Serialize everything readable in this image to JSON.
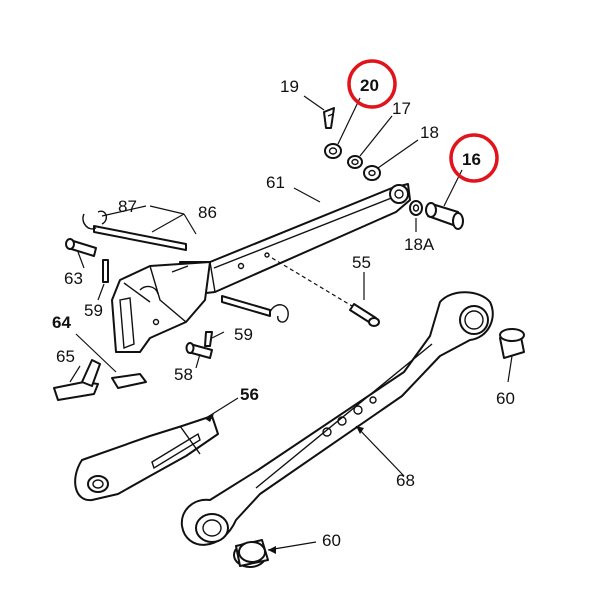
{
  "diagram": {
    "labels": [
      {
        "key": "p19",
        "text": "19"
      },
      {
        "key": "p20",
        "text": "20",
        "highlighted": true
      },
      {
        "key": "p17",
        "text": "17"
      },
      {
        "key": "p18",
        "text": "18"
      },
      {
        "key": "p16",
        "text": "16",
        "highlighted": true
      },
      {
        "key": "p61",
        "text": "61"
      },
      {
        "key": "p87",
        "text": "87"
      },
      {
        "key": "p86",
        "text": "86"
      },
      {
        "key": "p18A",
        "text": "18A"
      },
      {
        "key": "p63",
        "text": "63"
      },
      {
        "key": "p55",
        "text": "55"
      },
      {
        "key": "p59a",
        "text": "59"
      },
      {
        "key": "p64",
        "text": "64",
        "bold": true
      },
      {
        "key": "p59b",
        "text": "59"
      },
      {
        "key": "p65",
        "text": "65"
      },
      {
        "key": "p58",
        "text": "58"
      },
      {
        "key": "p56",
        "text": "56",
        "bold": true
      },
      {
        "key": "p60a",
        "text": "60"
      },
      {
        "key": "p68",
        "text": "68"
      },
      {
        "key": "p60b",
        "text": "60"
      }
    ],
    "highlight_color": "#e1141b"
  }
}
